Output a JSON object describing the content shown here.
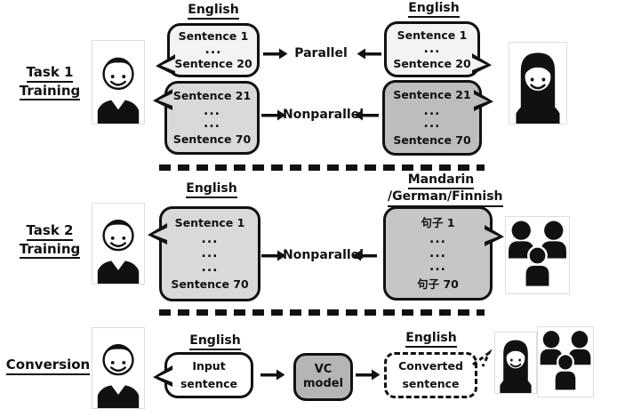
{
  "figure": {
    "colors": {
      "bubble_lightest": "#f3f3f3",
      "bubble_light": "#d9d9d9",
      "bubble_dark": "#bdbdbd",
      "bubble_mid": "#c6c6c6",
      "bubble_white": "#ffffff",
      "vc_fill": "#b5b5b5"
    },
    "row1": {
      "label_line1": "Task 1",
      "label_line2": "Training",
      "left_header": "English",
      "right_header": "English",
      "left_bubble_top": [
        "Sentence 1",
        "...",
        "Sentence 20"
      ],
      "left_bubble_bottom": [
        "Sentence 21",
        "...",
        "...",
        "Sentence 70"
      ],
      "right_bubble_top": [
        "Sentence 1",
        "...",
        "Sentence 20"
      ],
      "right_bubble_bottom": [
        "Sentence 21",
        "...",
        "...",
        "Sentence 70"
      ],
      "parallel_label": "Parallel",
      "nonparallel_label": "Nonparallel"
    },
    "row2": {
      "label_line1": "Task 2",
      "label_line2": "Training",
      "left_header": "English",
      "right_header_line1": "Mandarin",
      "right_header_line2": "/German/Finnish",
      "left_bubble": [
        "Sentence 1",
        "...",
        "...",
        "...",
        "Sentence 70"
      ],
      "right_bubble": [
        "句子 1",
        "...",
        "...",
        "...",
        "句子 70"
      ],
      "nonparallel_label": "Nonparallel"
    },
    "row3": {
      "label": "Conversion",
      "left_header": "English",
      "right_header": "English",
      "input_bubble": [
        "Input",
        "sentence"
      ],
      "vc_model": [
        "VC",
        "model"
      ],
      "converted_bubble": [
        "Converted",
        "sentence"
      ]
    },
    "icons": {
      "male_speaker": "male-speaker-icon",
      "female_speaker": "female-speaker-icon",
      "group_speakers": "group-speakers-icon",
      "arrow_right": "arrow-right-icon",
      "arrow_left": "arrow-left-icon"
    }
  }
}
